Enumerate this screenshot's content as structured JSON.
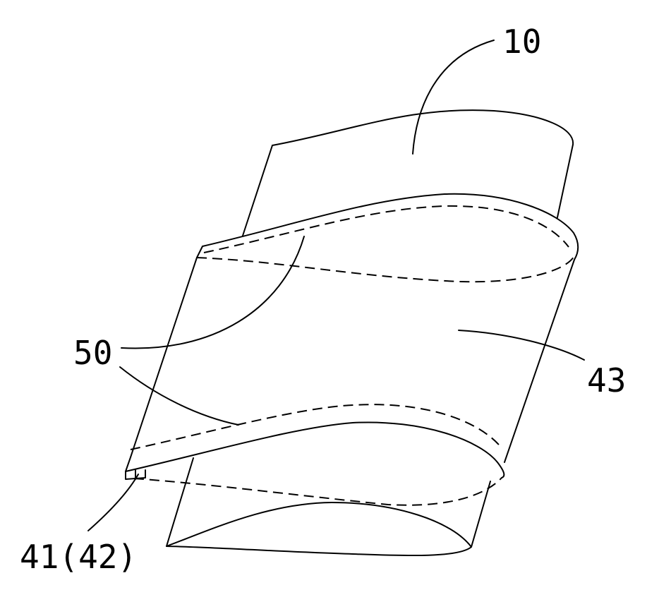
{
  "figure": {
    "labels": {
      "part_10": "10",
      "part_43": "43",
      "part_50": "50",
      "part_41_42": "41(42)"
    }
  }
}
